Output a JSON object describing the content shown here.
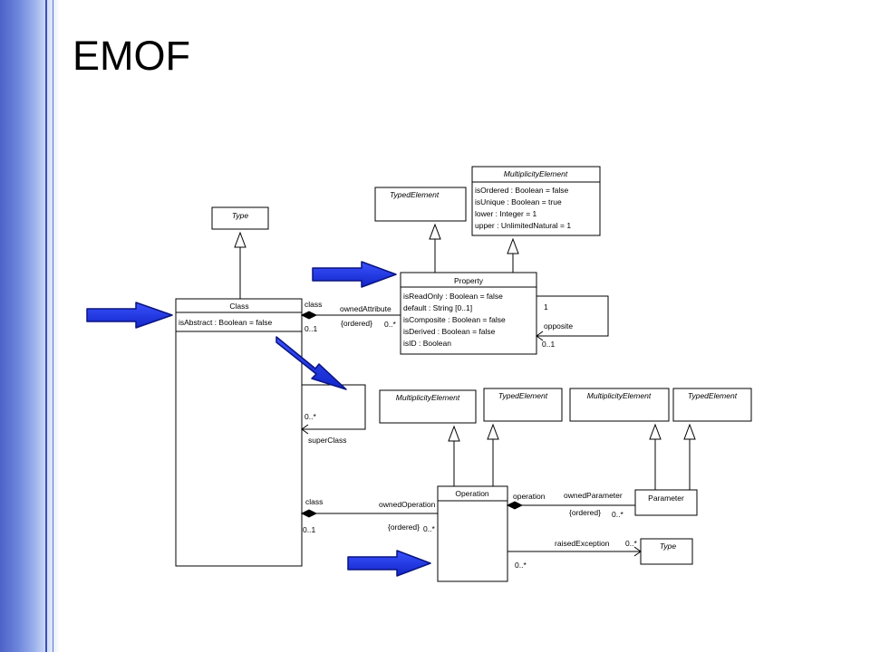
{
  "slide": {
    "title": "EMOF"
  },
  "boxes": {
    "type_top": {
      "name": "Type"
    },
    "typed_element_top": {
      "name": "TypedElement"
    },
    "multiplicity_element_top": {
      "name": "MultiplicityElement",
      "attributes": [
        "isOrdered : Boolean = false",
        "isUnique : Boolean = true",
        "lower : Integer = 1",
        "upper : UnlimitedNatural = 1"
      ]
    },
    "class": {
      "name": "Class",
      "attributes": [
        "isAbstract : Boolean = false"
      ]
    },
    "property": {
      "name": "Property",
      "attributes": [
        "isReadOnly : Boolean = false",
        "default : String [0..1]",
        "isComposite : Boolean = false",
        "isDerived : Boolean = false",
        "isID : Boolean"
      ]
    },
    "multiplicity_element_mid": {
      "name": "MultiplicityElement"
    },
    "typed_element_mid": {
      "name": "TypedElement"
    },
    "multiplicity_element_right": {
      "name": "MultiplicityElement"
    },
    "typed_element_right": {
      "name": "TypedElement"
    },
    "operation": {
      "name": "Operation"
    },
    "parameter": {
      "name": "Parameter"
    },
    "type_bottom": {
      "name": "Type"
    }
  },
  "labels": {
    "attr_class_role": "class",
    "attr_class_mult": "0..1",
    "owned_attribute": "ownedAttribute",
    "owned_attribute_ordered": "{ordered}",
    "owned_attribute_mult": "0..*",
    "opposite_mult_1": "1",
    "opposite": "opposite",
    "opposite_mult_2": "0..1",
    "superclass_mult": "0..*",
    "superclass": "superClass",
    "op_class_role": "class",
    "op_class_mult": "0..1",
    "owned_operation": "ownedOperation",
    "owned_operation_ordered": "{ordered}",
    "owned_operation_mult": "0..*",
    "operation_role": "operation",
    "owned_parameter": "ownedParameter",
    "owned_parameter_ordered": "{ordered}",
    "owned_parameter_mult": "0..*",
    "raised_exception": "raisedException",
    "raised_exception_mult_type": "0..*",
    "raised_exception_mult_op": "0..*"
  },
  "colors": {
    "arrow_fill": "#1f35e8",
    "arrow_stroke": "#0a1480",
    "sidebar_accent": "#4c62c8"
  }
}
